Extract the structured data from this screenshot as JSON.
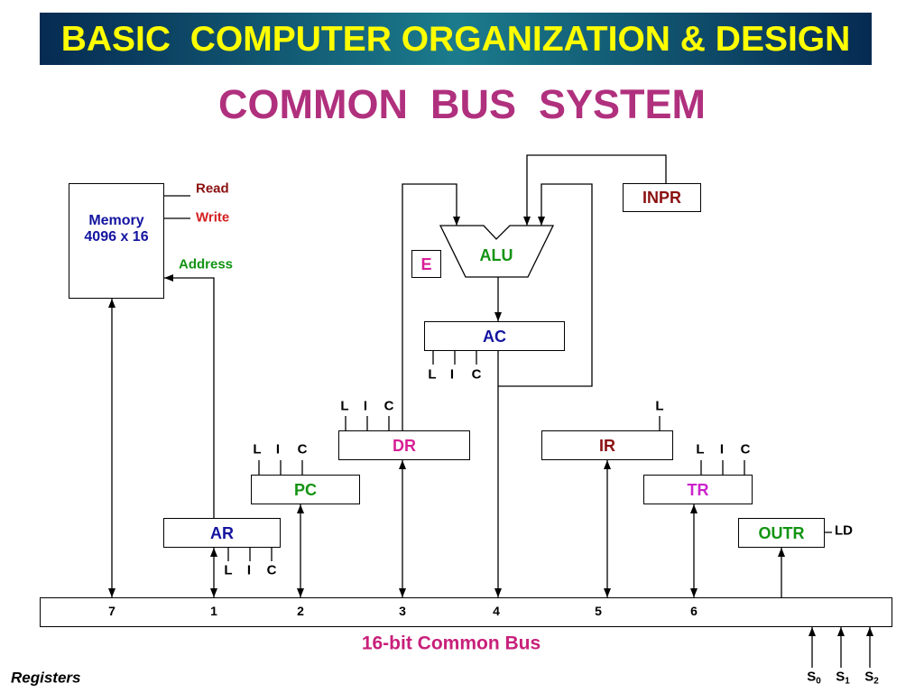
{
  "slide": {
    "title": "BASIC  COMPUTER ORGANIZATION & DESIGN",
    "subtitle": "COMMON  BUS  SYSTEM",
    "footer_label": "Registers"
  },
  "memory": {
    "name": "Memory",
    "size": "4096 x 16",
    "read_label": "Read",
    "write_label": "Write",
    "address_label": "Address",
    "bus_number": "7"
  },
  "registers": {
    "ar": {
      "label": "AR",
      "bus_number": "1"
    },
    "pc": {
      "label": "PC",
      "bus_number": "2"
    },
    "dr": {
      "label": "DR",
      "bus_number": "3"
    },
    "ac": {
      "label": "AC",
      "bus_number": "4"
    },
    "ir": {
      "label": "IR",
      "bus_number": "5"
    },
    "tr": {
      "label": "TR",
      "bus_number": "6"
    },
    "inpr": {
      "label": "INPR"
    },
    "outr": {
      "label": "OUTR"
    },
    "e": {
      "label": "E"
    }
  },
  "alu": {
    "label": "ALU"
  },
  "control_signals": {
    "load": "L",
    "increment": "I",
    "clear": "C",
    "outr_load": "LD"
  },
  "bus": {
    "label": "16-bit Common Bus"
  },
  "select_lines": [
    {
      "base": "S",
      "index": "0"
    },
    {
      "base": "S",
      "index": "1"
    },
    {
      "base": "S",
      "index": "2"
    }
  ],
  "colors": {
    "banner_dark": "#062b52",
    "banner_light": "#1b7b8c",
    "title": "#ffff00",
    "subtitle": "#b0307e",
    "blue": "#1414a0",
    "green": "#129412",
    "magenta": "#d81f96",
    "purple": "#cc22cc",
    "dark_red": "#8b1010",
    "red": "#d42020",
    "bus_label": "#c8207a"
  }
}
